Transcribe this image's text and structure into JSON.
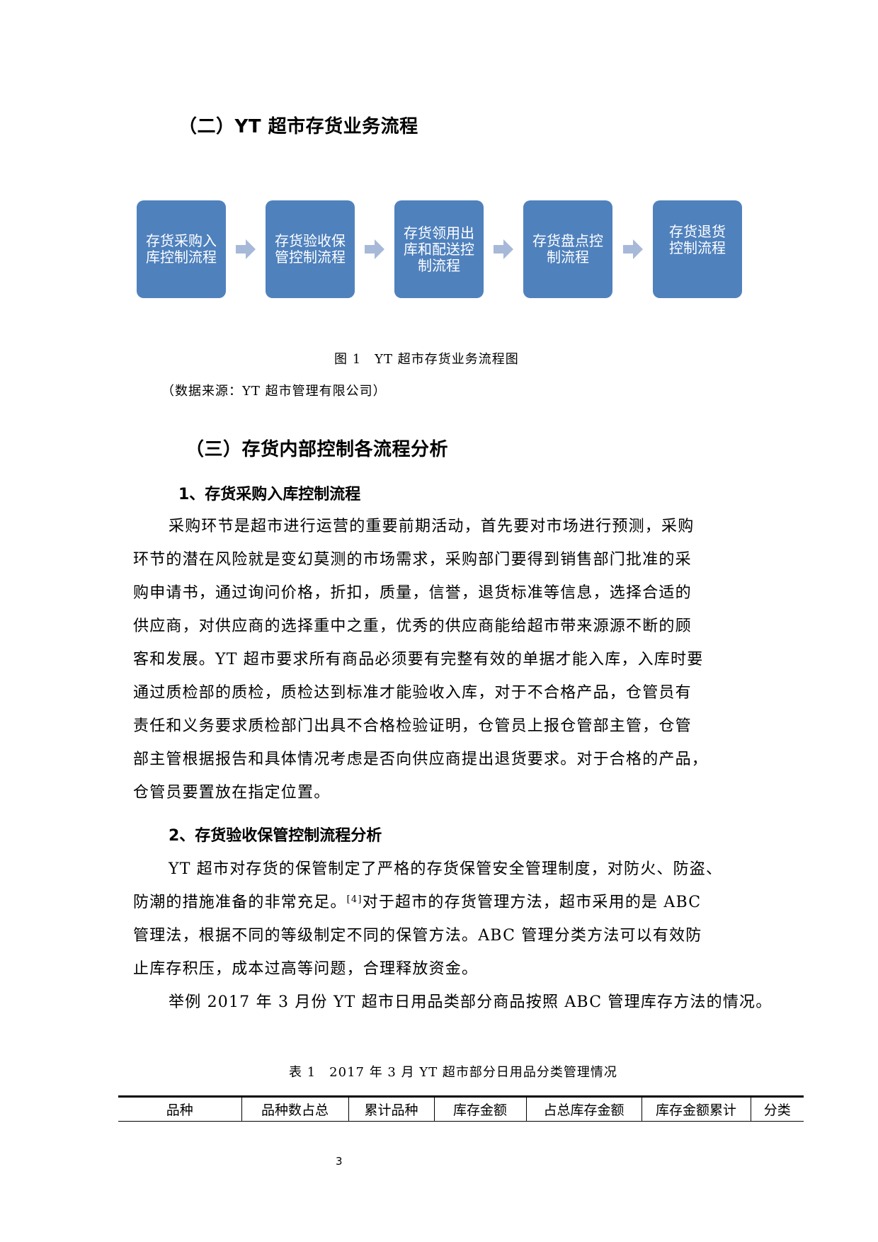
{
  "section2": {
    "heading": "（二）YT 超市存货业务流程"
  },
  "flow": {
    "steps": [
      {
        "lines": [
          "存货采购入",
          "库控制流程"
        ]
      },
      {
        "lines": [
          "存货验收保",
          "管控制流程"
        ]
      },
      {
        "lines": [
          "存货领用出",
          "库和配送控",
          "制流程"
        ]
      },
      {
        "lines": [
          "存货盘点控",
          "制流程"
        ]
      },
      {
        "lines": [
          "存货退货",
          "控制流程"
        ]
      }
    ],
    "box_color": "#4f81bd",
    "arrow_color": "#a7b9d8"
  },
  "figure": {
    "caption": "图 1　YT 超市存货业务流程图",
    "source": "（数据来源：YT 超市管理有限公司）"
  },
  "section3": {
    "heading": "（三）存货内部控制各流程分析"
  },
  "sub1": {
    "heading": "1、存货采购入库控制流程",
    "lines": [
      "采购环节是超市进行运营的重要前期活动，首先要对市场进行预测，采购",
      "环节的潜在风险就是变幻莫测的市场需求，采购部门要得到销售部门批准的采",
      "购申请书，通过询问价格，折扣，质量，信誉，退货标准等信息，选择合适的",
      "供应商，对供应商的选择重中之重，优秀的供应商能给超市带来源源不断的顾",
      "客和发展。YT 超市要求所有商品必须要有完整有效的单据才能入库，入库时要",
      "通过质检部的质检，质检达到标准才能验收入库，对于不合格产品，仓管员有",
      "责任和义务要求质检部门出具不合格检验证明，仓管员上报仓管部主管，仓管",
      "部主管根据报告和具体情况考虑是否向供应商提出退货要求。对于合格的产品，",
      "仓管员要置放在指定位置。"
    ]
  },
  "sub2": {
    "heading": "2、存货验收保管控制流程分析",
    "line1": "YT 超市对存货的保管制定了严格的存货保管安全管理制度，对防火、防盗、",
    "line2_before": "防潮的措施准备的非常充足。",
    "line2_ref": "[4]",
    "line2_after": "对于超市的存货管理方法，超市采用的是 ABC",
    "line3": "管理法，根据不同的等级制定不同的保管方法。ABC 管理分类方法可以有效防",
    "line4": "止库存积压，成本过高等问题，合理释放资金。",
    "line5": "举例 2017 年 3 月份 YT 超市日用品类部分商品按照 ABC 管理库存方法的情况。"
  },
  "table": {
    "caption": "表 1　2017 年 3 月 YT 超市部分日用品分类管理情况",
    "headers": [
      "品种",
      "品种数占总",
      "累计品种",
      "库存金额",
      "占总库存金额",
      "库存金额累计",
      "分类"
    ]
  },
  "footer": {
    "page_number": "3"
  }
}
